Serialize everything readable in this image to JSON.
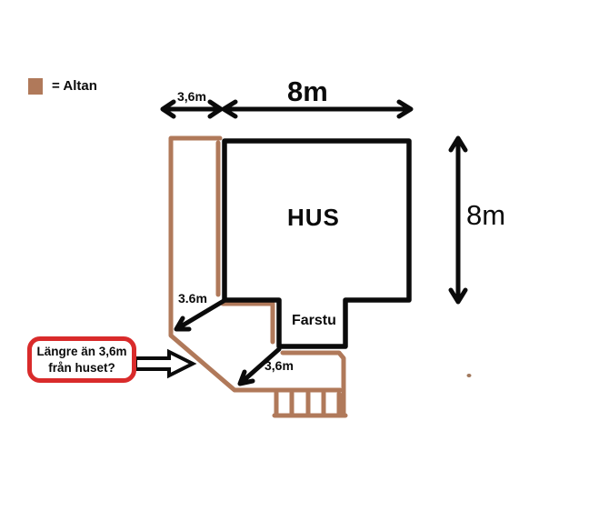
{
  "legend": {
    "label": "= Altan"
  },
  "dimensions": {
    "deck_width_top": "3,6m",
    "house_width_top": "8m",
    "house_height_right": "8m",
    "deck_clearance_left": "3.6m",
    "deck_clearance_bottom": "3,6m"
  },
  "rooms": {
    "house": "HUS",
    "porch": "Farstu"
  },
  "callout": {
    "line1": "Längre än 3,6m",
    "line2": "från huset?"
  },
  "colors": {
    "deck_brown": "#b0795a",
    "ink_black": "#0b0b0b",
    "callout_red": "#d92b2b",
    "dot_brown": "#a1785c"
  }
}
